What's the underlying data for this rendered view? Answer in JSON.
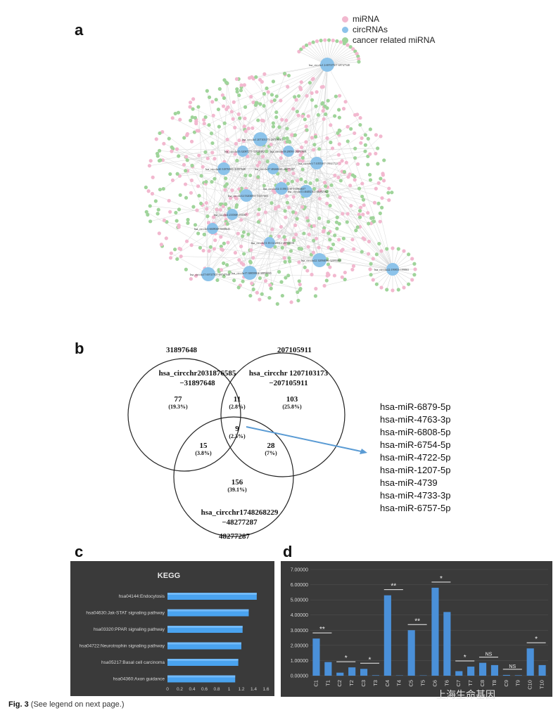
{
  "panels": {
    "a": "a",
    "b": "b",
    "c": "c",
    "d": "d"
  },
  "network": {
    "legend": [
      {
        "label": "miRNA",
        "color": "#f2b8cf"
      },
      {
        "label": "circRNAs",
        "color": "#8cc3ea"
      },
      {
        "label": "cancer related miRNA",
        "color": "#9fd49a"
      }
    ],
    "hub_labels": [
      "hsa_circchr1 2:69747507-69747548",
      "hsa_circchr1 207103173-207105911",
      "hsa_circchr20 31876585-31897648",
      "hsa_circchr17 48268229-48277287",
      "hsa_circchr1:7:1055367-19041722",
      "hsa_circchr12:53204855-53357683",
      "hsa_circchr12:111901210-111903657",
      "hsa_circchr11:46482161-46482362",
      "hsa_circchr2:233568-233567",
      "hsa_circchr1:6608048-6608645",
      "hsa_circchr11:10:12:20912-20712516",
      "hsa_circchr22 32094096-32095095",
      "hsa_circchr17:38859904-38859905",
      "hsa_circchr17:69747507-69747548",
      "hsa_circchr22:199853-199863",
      "hsa_circchr18:28091-28091969",
      "hsa_circchr15:32087271-32038492"
    ]
  },
  "venn": {
    "set1_top": "31897648",
    "set2_top": "207105911",
    "set3_bottom": "48277287",
    "set1_name_l1": "hsa_circchr2031876585",
    "set1_name_l2": "−31897648",
    "set2_name_l1": "hsa_circchr 1207103173",
    "set2_name_l2": "−207105911",
    "set3_name_l1": "hsa_circchr1748268229",
    "set3_name_l2": "−48277287",
    "regions": {
      "only1": {
        "count": "77",
        "pct": "(19.3%)"
      },
      "only2": {
        "count": "103",
        "pct": "(25.8%)"
      },
      "only3": {
        "count": "156",
        "pct": "(39.1%)"
      },
      "ab": {
        "count": "11",
        "pct": "(2.8%)"
      },
      "ac": {
        "count": "15",
        "pct": "(3.8%)"
      },
      "bc": {
        "count": "28",
        "pct": "(7%)"
      },
      "abc": {
        "count": "9",
        "pct": "(2.3%)"
      }
    },
    "shared_mirnas": [
      "hsa-miR-6879-5p",
      "hsa-miR-4763-3p",
      "hsa-miR-6808-5p",
      "hsa-miR-6754-5p",
      "hsa-miR-4722-5p",
      "hsa-miR-1207-5p",
      "hsa-miR-4739",
      "hsa-miR-4733-3p",
      "hsa-miR-6757-5p"
    ]
  },
  "chart_data": [
    {
      "type": "bar",
      "orientation": "horizontal",
      "title": "KEGG",
      "categories": [
        "hsa04144:Endocytosis",
        "hsa04630:Jak-STAT signaling pathway",
        "hsa03320:PPAR signaling pathway",
        "hsa04722:Neurotrophin signaling pathway",
        "hsa05217:Basal cell carcinoma",
        "hsa04360:Axon guidance"
      ],
      "values": [
        1.45,
        1.32,
        1.22,
        1.2,
        1.15,
        1.1
      ],
      "xlim": [
        0,
        1.6
      ],
      "xticks": [
        "0",
        "0.2",
        "0.4",
        "0.6",
        "0.8",
        "1",
        "1.2",
        "1.4",
        "1.6"
      ],
      "bar_color": "#4aa3ef",
      "background": "#3a3a3a"
    },
    {
      "type": "bar",
      "categories": [
        "C1",
        "T1",
        "C2",
        "T2",
        "C3",
        "T3",
        "C4",
        "T4",
        "C5",
        "T5",
        "C6",
        "T6",
        "C7",
        "T7",
        "C8",
        "T8",
        "C9",
        "T9",
        "C10",
        "T10"
      ],
      "values": [
        2.45,
        0.9,
        0.2,
        0.55,
        0.45,
        0.03,
        5.3,
        0.02,
        3.0,
        0.02,
        5.8,
        4.2,
        0.3,
        0.6,
        0.85,
        0.7,
        0.05,
        0.03,
        1.8,
        0.7
      ],
      "ylim": [
        0,
        7
      ],
      "yticks": [
        "0.00000",
        "1.00000",
        "2.00000",
        "3.00000",
        "4.00000",
        "5.00000",
        "6.00000",
        "7.00000"
      ],
      "annotations": [
        "**",
        "*",
        "*",
        "**",
        "**",
        "*",
        "*",
        "NS",
        "NS",
        "*"
      ],
      "bar_color": "#4a90d9",
      "background": "#3a3a3a"
    }
  ],
  "caption": {
    "fig": "Fig. 3",
    "text": "(See legend on next page.)"
  },
  "watermark": "上海生命基因"
}
